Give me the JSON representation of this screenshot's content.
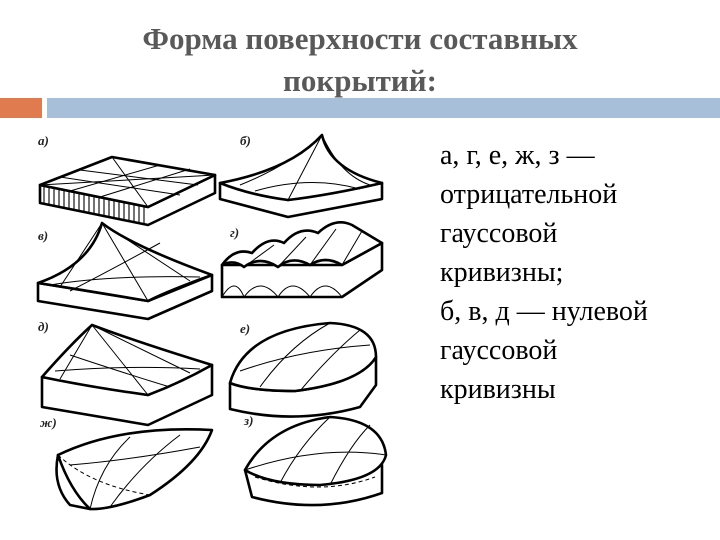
{
  "slide": {
    "title_line1": "Форма поверхности составных",
    "title_line2": "покрытий:",
    "body_lines": [
      "а, г, е, ж, з —",
      "отрицательной",
      "гауссовой",
      "кривизны;",
      "б, в, д — нулевой",
      "гауссовой",
      "кривизны"
    ]
  },
  "figure": {
    "panel_labels": [
      "а)",
      "б)",
      "в)",
      "г)",
      "д)",
      "е)",
      "ж)",
      "з)"
    ]
  },
  "colors": {
    "title": "#595959",
    "accent_orange": "#e07a4f",
    "accent_blue": "#a7bfd8"
  }
}
